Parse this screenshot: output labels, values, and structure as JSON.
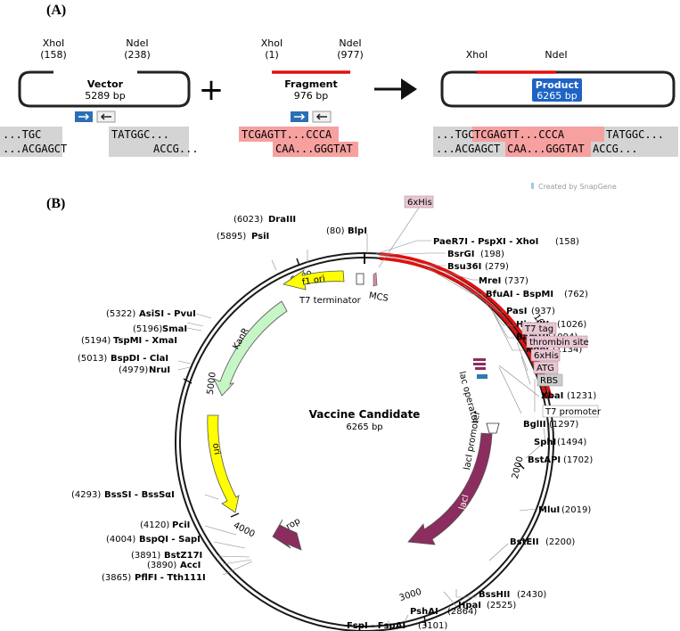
{
  "panel_a": {
    "label": "(A)",
    "vector": {
      "site_left_name": "XhoI",
      "site_left_pos": "(158)",
      "site_right_name": "NdeI",
      "site_right_pos": "(238)",
      "name": "Vector",
      "size": "5289 bp",
      "seq_left_top": "...TGC",
      "seq_left_bottom": "...ACGAGCT",
      "seq_right_top": "TATGGC...",
      "seq_right_bottom": "ACCG..."
    },
    "fragment": {
      "site_left_name": "XhoI",
      "site_left_pos": "(1)",
      "site_right_name": "NdeI",
      "site_right_pos": "(977)",
      "name": "Fragment",
      "size": "976 bp",
      "seq_top": "TCGAGTT...CCCA",
      "seq_bottom": "CAA...GGGTAT"
    },
    "product": {
      "site_left_name": "XhoI",
      "site_right_name": "NdeI",
      "name": "Product",
      "size": "6265 bp",
      "seq_top_1": "...TGC",
      "seq_top_2": "TCGAGTT...CCCA",
      "seq_top_3": "TATGGC...",
      "seq_bot_1": "...ACGAGCT",
      "seq_bot_2": "CAA...GGGTAT",
      "seq_bot_3": "ACCG..."
    },
    "plus": "+",
    "credit": "Created by SnapGene",
    "credit_icon": "snapgene-logo-icon",
    "arrow_icon": "right-arrow-icon"
  },
  "panel_b": {
    "label": "(B)",
    "plasmid_name": "Vaccine Candidate",
    "plasmid_size": "6265 bp",
    "features": [
      {
        "name": "f1 ori",
        "color": "#ffff00"
      },
      {
        "name": "KanR",
        "color": "#c6f5c6"
      },
      {
        "name": "ori",
        "color": "#ffff00"
      },
      {
        "name": "rop",
        "color": "#8b2d5e"
      },
      {
        "name": "lacI",
        "color": "#8b2d5e"
      },
      {
        "name": "lacI promoter"
      },
      {
        "name": "lac operator"
      },
      {
        "name": "T7 terminator"
      },
      {
        "name": "MCS"
      }
    ],
    "ticks": [
      "1000",
      "2000",
      "3000",
      "4000",
      "5000",
      "6000"
    ],
    "right_sites": [
      {
        "name": "BlpI",
        "pos": "(80)"
      },
      {
        "name": "PaeR7I - PspXI - XhoI",
        "pos": "(158)"
      },
      {
        "name": "BsrGI",
        "pos": "(198)"
      },
      {
        "name": "Bsu36I",
        "pos": "(279)"
      },
      {
        "name": "MreI",
        "pos": "(737)"
      },
      {
        "name": "BfuAI - BspMI",
        "pos": "(762)"
      },
      {
        "name": "PasI",
        "pos": "(937)"
      },
      {
        "name": "HindIII",
        "pos": "(1026)"
      },
      {
        "name": "BamHI",
        "pos": "(1094)"
      },
      {
        "name": "NdeI",
        "pos": "(1134)"
      },
      {
        "name": "XbaI",
        "pos": "(1231)"
      },
      {
        "name": "BglII",
        "pos": "(1297)"
      },
      {
        "name": "SphI",
        "pos": "(1494)"
      },
      {
        "name": "BstAPI",
        "pos": "(1702)"
      },
      {
        "name": "MluI",
        "pos": "(2019)"
      },
      {
        "name": "BstEII",
        "pos": "(2200)"
      },
      {
        "name": "BssHII",
        "pos": "(2430)"
      },
      {
        "name": "HpaI",
        "pos": "(2525)"
      },
      {
        "name": "PshAI",
        "pos": "(2864)"
      },
      {
        "name": "FspI - FspAI",
        "pos": "(3101)"
      }
    ],
    "left_sites": [
      {
        "name": "DraIII",
        "pos": "(6023)"
      },
      {
        "name": "PsiI",
        "pos": "(5895)"
      },
      {
        "name": "AsiSI - PvuI",
        "pos": "(5322)"
      },
      {
        "name": "SmaI",
        "pos": "(5196)"
      },
      {
        "name": "TspMI - XmaI",
        "pos": "(5194)"
      },
      {
        "name": "BspDI - ClaI",
        "pos": "(5013)"
      },
      {
        "name": "NruI",
        "pos": "(4979)"
      },
      {
        "name": "BssSI - BssSαI",
        "pos": "(4293)"
      },
      {
        "name": "PciI",
        "pos": "(4120)"
      },
      {
        "name": "BspQI - SapI",
        "pos": "(4004)"
      },
      {
        "name": "BstZ17I",
        "pos": "(3891)"
      },
      {
        "name": "AccI",
        "pos": "(3890)"
      },
      {
        "name": "PflFI - Tth111I",
        "pos": "(3865)"
      }
    ],
    "boxed_labels": [
      {
        "text": "6xHis",
        "color": "#e8c7d2"
      },
      {
        "text": "T7 tag",
        "color": "#e8c7d2"
      },
      {
        "text": "thrombin site",
        "color": "#e8c7d2"
      },
      {
        "text": "6xHis",
        "color": "#e8c7d2"
      },
      {
        "text": "ATG",
        "color": "#e8c7d2"
      },
      {
        "text": "RBS",
        "color": "#cccccc"
      },
      {
        "text": "T7 promoter",
        "color": "#ffffff"
      }
    ]
  }
}
